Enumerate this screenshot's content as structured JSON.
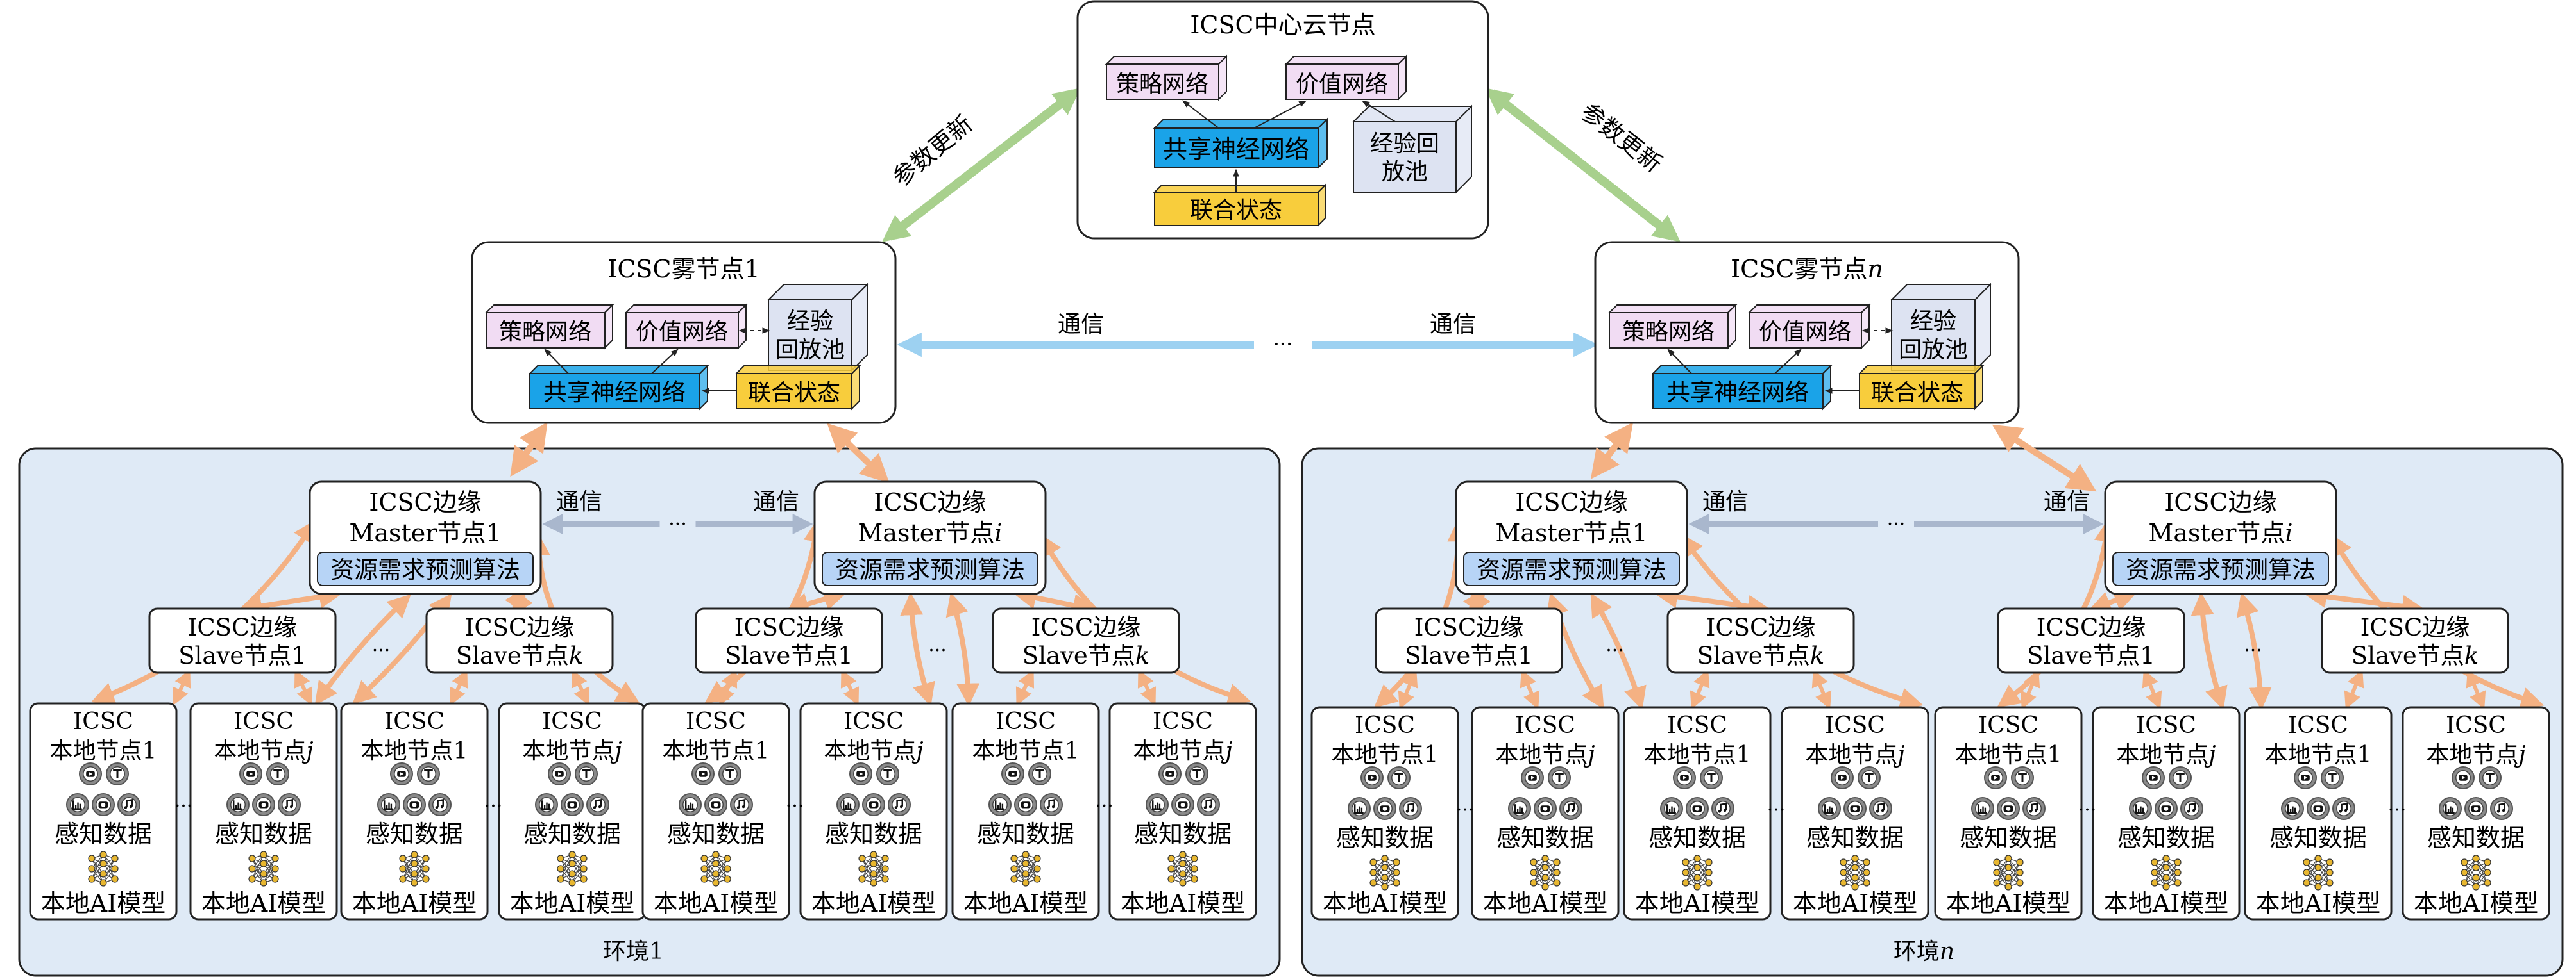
{
  "cloud": {
    "title": "ICSC中心云节点",
    "policy": "策略网络",
    "value": "价值网络",
    "shared": "共享神经网络",
    "replay_line1": "经验回",
    "replay_line2": "放池",
    "joint": "联合状态"
  },
  "fog": [
    {
      "title": "ICSC雾节点1",
      "policy": "策略网络",
      "value": "价值网络",
      "shared": "共享神经网络",
      "replay_line1": "经验",
      "replay_line2": "回放池",
      "joint": "联合状态"
    },
    {
      "title": "ICSC雾节点n",
      "policy": "策略网络",
      "value": "价值网络",
      "shared": "共享神经网络",
      "replay_line1": "经验",
      "replay_line2": "回放池",
      "joint": "联合状态"
    }
  ],
  "links": {
    "param_update": "参数更新",
    "comm": "通信",
    "ellipsis": "···"
  },
  "environments": [
    {
      "label": "环境1",
      "masters": [
        {
          "line1": "ICSC边缘",
          "line2": "Master节点1",
          "algo": "资源需求预测算法"
        },
        {
          "line1": "ICSC边缘",
          "line2": "Master节点i",
          "algo": "资源需求预测算法"
        }
      ],
      "slaves": [
        {
          "line1": "ICSC边缘",
          "line2": "Slave节点1"
        },
        {
          "line1": "ICSC边缘",
          "line2": "Slave节点k"
        },
        {
          "line1": "ICSC边缘",
          "line2": "Slave节点1"
        },
        {
          "line1": "ICSC边缘",
          "line2": "Slave节点k"
        }
      ],
      "locals": [
        {
          "line1": "ICSC",
          "line2": "本地节点1",
          "data": "感知数据",
          "model": "本地AI模型"
        },
        {
          "line1": "ICSC",
          "line2": "本地节点j",
          "data": "感知数据",
          "model": "本地AI模型"
        },
        {
          "line1": "ICSC",
          "line2": "本地节点1",
          "data": "感知数据",
          "model": "本地AI模型"
        },
        {
          "line1": "ICSC",
          "line2": "本地节点j",
          "data": "感知数据",
          "model": "本地AI模型"
        },
        {
          "line1": "ICSC",
          "line2": "本地节点1",
          "data": "感知数据",
          "model": "本地AI模型"
        },
        {
          "line1": "ICSC",
          "line2": "本地节点j",
          "data": "感知数据",
          "model": "本地AI模型"
        },
        {
          "line1": "ICSC",
          "line2": "本地节点1",
          "data": "感知数据",
          "model": "本地AI模型"
        },
        {
          "line1": "ICSC",
          "line2": "本地节点j",
          "data": "感知数据",
          "model": "本地AI模型"
        }
      ]
    },
    {
      "label": "环境n",
      "masters": [
        {
          "line1": "ICSC边缘",
          "line2": "Master节点1",
          "algo": "资源需求预测算法"
        },
        {
          "line1": "ICSC边缘",
          "line2": "Master节点i",
          "algo": "资源需求预测算法"
        }
      ],
      "slaves": [
        {
          "line1": "ICSC边缘",
          "line2": "Slave节点1"
        },
        {
          "line1": "ICSC边缘",
          "line2": "Slave节点k"
        },
        {
          "line1": "ICSC边缘",
          "line2": "Slave节点1"
        },
        {
          "line1": "ICSC边缘",
          "line2": "Slave节点k"
        }
      ],
      "locals": [
        {
          "line1": "ICSC",
          "line2": "本地节点1",
          "data": "感知数据",
          "model": "本地AI模型"
        },
        {
          "line1": "ICSC",
          "line2": "本地节点j",
          "data": "感知数据",
          "model": "本地AI模型"
        },
        {
          "line1": "ICSC",
          "line2": "本地节点1",
          "data": "感知数据",
          "model": "本地AI模型"
        },
        {
          "line1": "ICSC",
          "line2": "本地节点j",
          "data": "感知数据",
          "model": "本地AI模型"
        },
        {
          "line1": "ICSC",
          "line2": "本地节点1",
          "data": "感知数据",
          "model": "本地AI模型"
        },
        {
          "line1": "ICSC",
          "line2": "本地节点j",
          "data": "感知数据",
          "model": "本地AI模型"
        },
        {
          "line1": "ICSC",
          "line2": "本地节点1",
          "data": "感知数据",
          "model": "本地AI模型"
        },
        {
          "line1": "ICSC",
          "line2": "本地节点j",
          "data": "感知数据",
          "model": "本地AI模型"
        }
      ]
    }
  ],
  "colors": {
    "policy_fill": "#f1dcf3",
    "value_fill": "#f1dcf3",
    "shared_fill": "#1aa3e8",
    "joint_fill": "#f8cd3c",
    "replay_fill": "#dde3f2",
    "algo_fill": "#b7d4f6",
    "env_fill": "#dfeaf6",
    "param_arrow": "#a8d08d",
    "comm_arrow": "#9dd1f1",
    "edge_comm_arrow": "#a9b7cd",
    "orange_arrow": "#f4b183"
  },
  "icons": [
    "video-icon",
    "text-t-icon",
    "chart-icon",
    "camera-icon",
    "music-icon",
    "neural-net-icon"
  ]
}
